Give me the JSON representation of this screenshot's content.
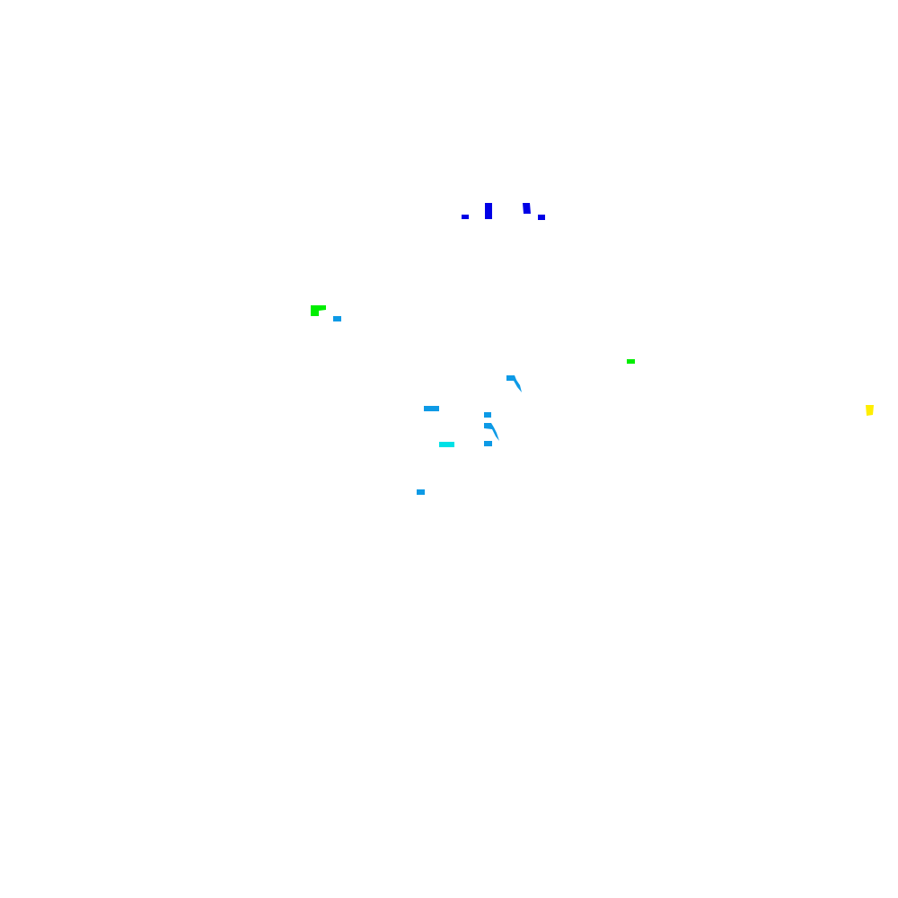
{
  "background": "#ffffff",
  "palette": {
    "blue": "#0000e6",
    "sky": "#0d9ae6",
    "cyan": "#00e1e6",
    "green": "#00ee00",
    "yellow": "#ffee00"
  },
  "segments": [
    {
      "name": "blue-segment",
      "color": "blue"
    },
    {
      "name": "blue-segment",
      "color": "blue"
    },
    {
      "name": "blue-segment",
      "color": "blue"
    },
    {
      "name": "blue-segment",
      "color": "blue"
    },
    {
      "name": "green-segment",
      "color": "green"
    },
    {
      "name": "sky-segment",
      "color": "sky"
    },
    {
      "name": "green-segment",
      "color": "green"
    },
    {
      "name": "sky-segment",
      "color": "sky"
    },
    {
      "name": "sky-segment",
      "color": "sky"
    },
    {
      "name": "yellow-segment",
      "color": "yellow"
    },
    {
      "name": "sky-segment",
      "color": "sky"
    },
    {
      "name": "sky-segment",
      "color": "sky"
    },
    {
      "name": "sky-segment",
      "color": "sky"
    },
    {
      "name": "cyan-segment",
      "color": "cyan"
    },
    {
      "name": "sky-segment",
      "color": "sky"
    },
    {
      "name": "sky-segment",
      "color": "sky"
    }
  ]
}
